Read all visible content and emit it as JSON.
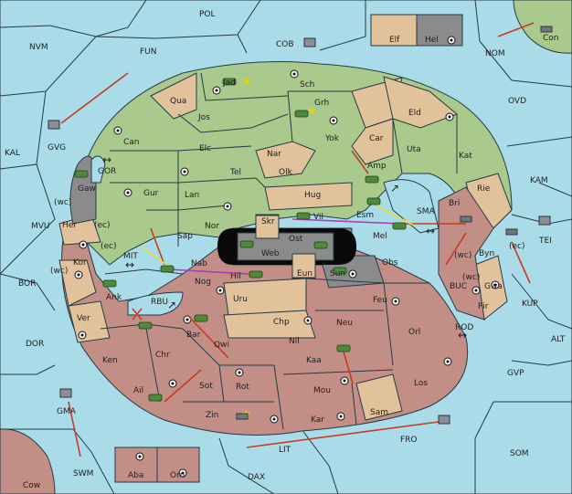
{
  "board": {
    "colors": {
      "sea": "#a9dbe8",
      "green_power": "#a9c98d",
      "red_power": "#c28e86",
      "neutral": "#e2c29a",
      "impassable": "#8b8b8b",
      "move_order": "#c83b22",
      "support_order": "#b23ab9",
      "convoy_order": "#e8e02a"
    },
    "sea_labels": [
      "POL",
      "NVM",
      "FUN",
      "COB",
      "NOM",
      "KAL",
      "GVG",
      "OVD",
      "GOR",
      "KAM",
      "MVU",
      "SMA",
      "BOR",
      "MIT",
      "TEI",
      "RBU",
      "BUC",
      "KUP",
      "DOR",
      "ROD",
      "ALT",
      "GVP",
      "GMA",
      "SWM",
      "FRO",
      "SOM",
      "LIT",
      "DAX",
      "Con",
      "Cow",
      "Elf",
      "Hel",
      "Aba",
      "Orn"
    ],
    "land_labels": [
      "Jad",
      "Sch",
      "Qua",
      "Grh",
      "Jos",
      "Eld",
      "Can",
      "Yok",
      "Car",
      "Nar",
      "Elc",
      "Tel",
      "Uta",
      "Kat",
      "Olk",
      "Amp",
      "Gur",
      "Lan",
      "Hug",
      "Rie",
      "Gaw",
      "Vil",
      "Esm",
      "Her",
      "Skr",
      "Ost",
      "Mel",
      "Bri",
      "Sap",
      "Nor",
      "Web",
      "Byn",
      "Kor",
      "Nab",
      "Eun",
      "Obs",
      "Sun",
      "Gwa",
      "Pir",
      "Hil",
      "Ank",
      "Nog",
      "Uru",
      "Feu",
      "Ver",
      "Chp",
      "Neu",
      "Orl",
      "Bar",
      "Qwi",
      "Nil",
      "Ken",
      "Chr",
      "Kaa",
      "Los",
      "Ail",
      "Sot",
      "Rot",
      "Mou",
      "Zin",
      "Kar",
      "Sam"
    ],
    "coast_tags": [
      "(wc)",
      "(ec)",
      "(ec)",
      "(wc)",
      "(wc)",
      "(ec)",
      "(wc)"
    ],
    "icons": [
      "army-icon",
      "fleet-icon",
      "supply-center-icon",
      "capital-star-icon",
      "move-arrow-icon",
      "two-way-arrow-icon"
    ]
  }
}
